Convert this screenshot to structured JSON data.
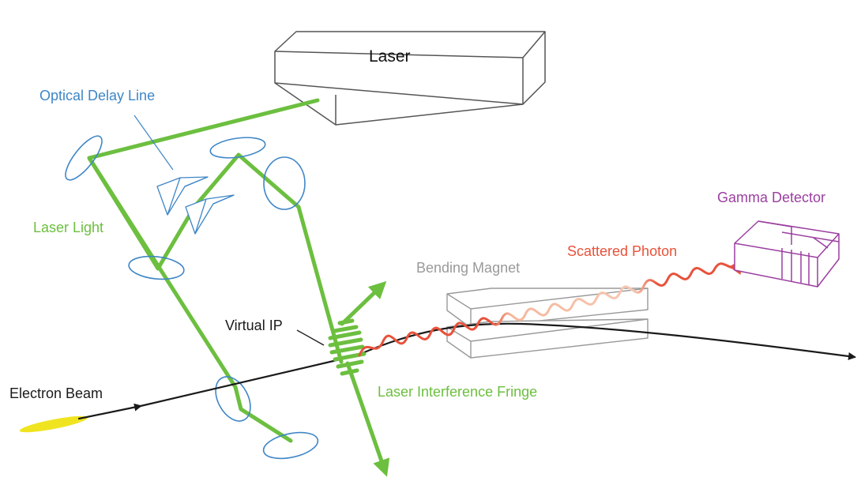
{
  "labels": {
    "laser": "Laser",
    "optical_delay_line": "Optical Delay Line",
    "laser_light": "Laser Light",
    "virtual_ip": "Virtual IP",
    "electron_beam": "Electron Beam",
    "bending_magnet": "Bending Magnet",
    "scattered_photon": "Scattered Photon",
    "gamma_detector": "Gamma Detector",
    "laser_interference_fringe": "Laser Interference Fringe"
  },
  "colors": {
    "laser_light": "#6cbf3f",
    "optics": "#3f86c6",
    "electron_beam": "#1a1a1a",
    "electron_bunch": "#f0e420",
    "magnet": "#9a9a9a",
    "scattered_photon": "#e8523a",
    "gamma_detector": "#9b3fa0",
    "laser_box": "#555555"
  }
}
